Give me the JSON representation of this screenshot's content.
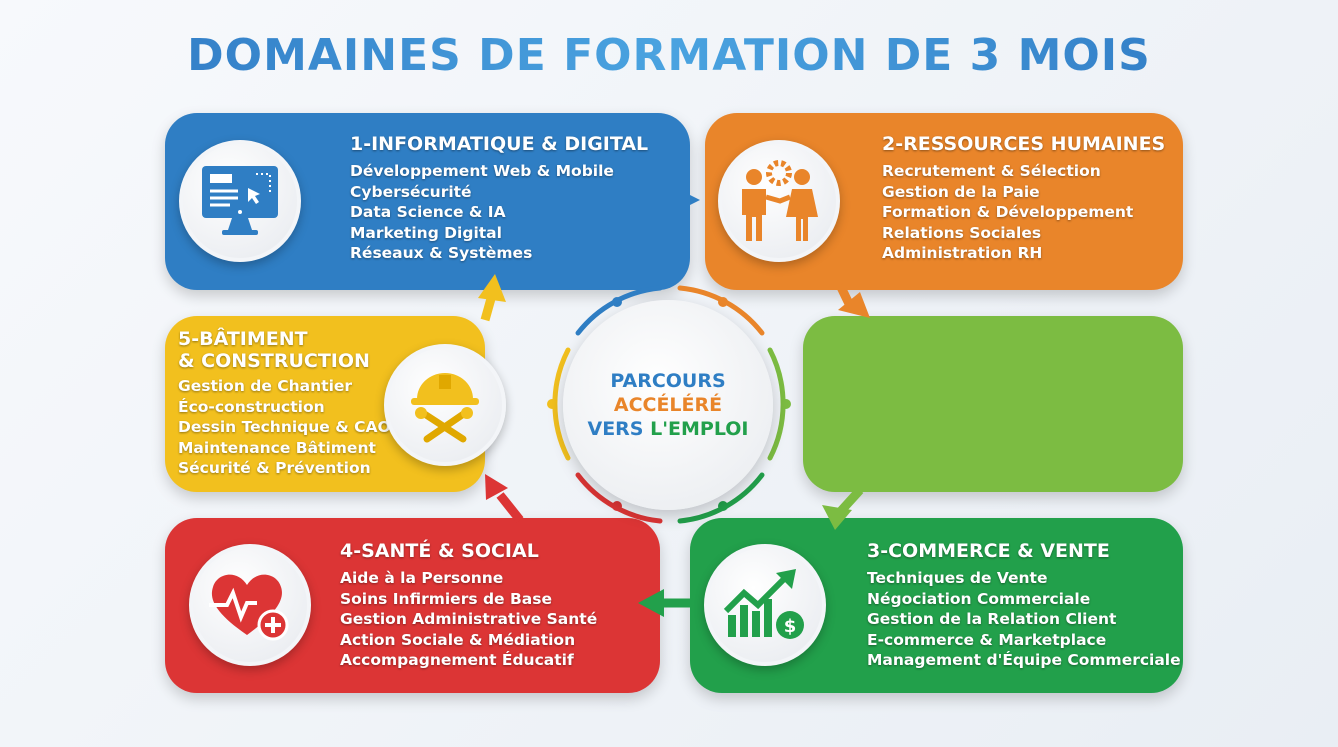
{
  "title": "DOMAINES DE FORMATION DE 3 MOIS",
  "center": {
    "line1": "PARCOURS",
    "line2": "ACCÉLÉRÉ",
    "line3a": "VERS ",
    "line3b": "L'EMPLOI"
  },
  "colors": {
    "blue": "#2f7ec4",
    "orange": "#e9852a",
    "yellow": "#f2c01e",
    "lightgreen": "#7cbc42",
    "green": "#22a04b",
    "red": "#dc3535"
  },
  "domains": [
    {
      "title": "1-INFORMATIQUE & DIGITAL",
      "icon": "computer-monitor-icon",
      "items": [
        "Développement Web & Mobile",
        "Cybersécurité",
        "Data Science & IA",
        "Marketing Digital",
        "Réseaux & Systèmes"
      ]
    },
    {
      "title": "2-RESSOURCES HUMAINES",
      "icon": "people-gear-icon",
      "items": [
        "Recrutement & Sélection",
        "Gestion de la Paie",
        "Formation & Développement",
        "Relations Sociales",
        "Administration RH"
      ]
    },
    {
      "title": "3-COMMERCE & VENTE",
      "icon": "growth-chart-dollar-icon",
      "items": [
        "Techniques de Vente",
        "Négociation Commerciale",
        "Gestion de la Relation Client",
        "E-commerce & Marketplace",
        "Management d'Équipe Commerciale"
      ]
    },
    {
      "title": "4-SANTÉ & SOCIAL",
      "icon": "heart-pulse-icon",
      "items": [
        "Aide à la Personne",
        "Soins Infirmiers de Base",
        "Gestion Administrative Santé",
        "Action Sociale & Médiation",
        "Accompagnement Éducatif"
      ]
    },
    {
      "title_line1": "5-BÂTIMENT",
      "title_line2": "& CONSTRUCTION",
      "icon": "helmet-tools-icon",
      "items": [
        "Gestion de Chantier",
        "Éco-construction",
        "Dessin Technique & CAO",
        "Maintenance Bâtiment",
        "Sécurité & Prévention"
      ]
    }
  ]
}
